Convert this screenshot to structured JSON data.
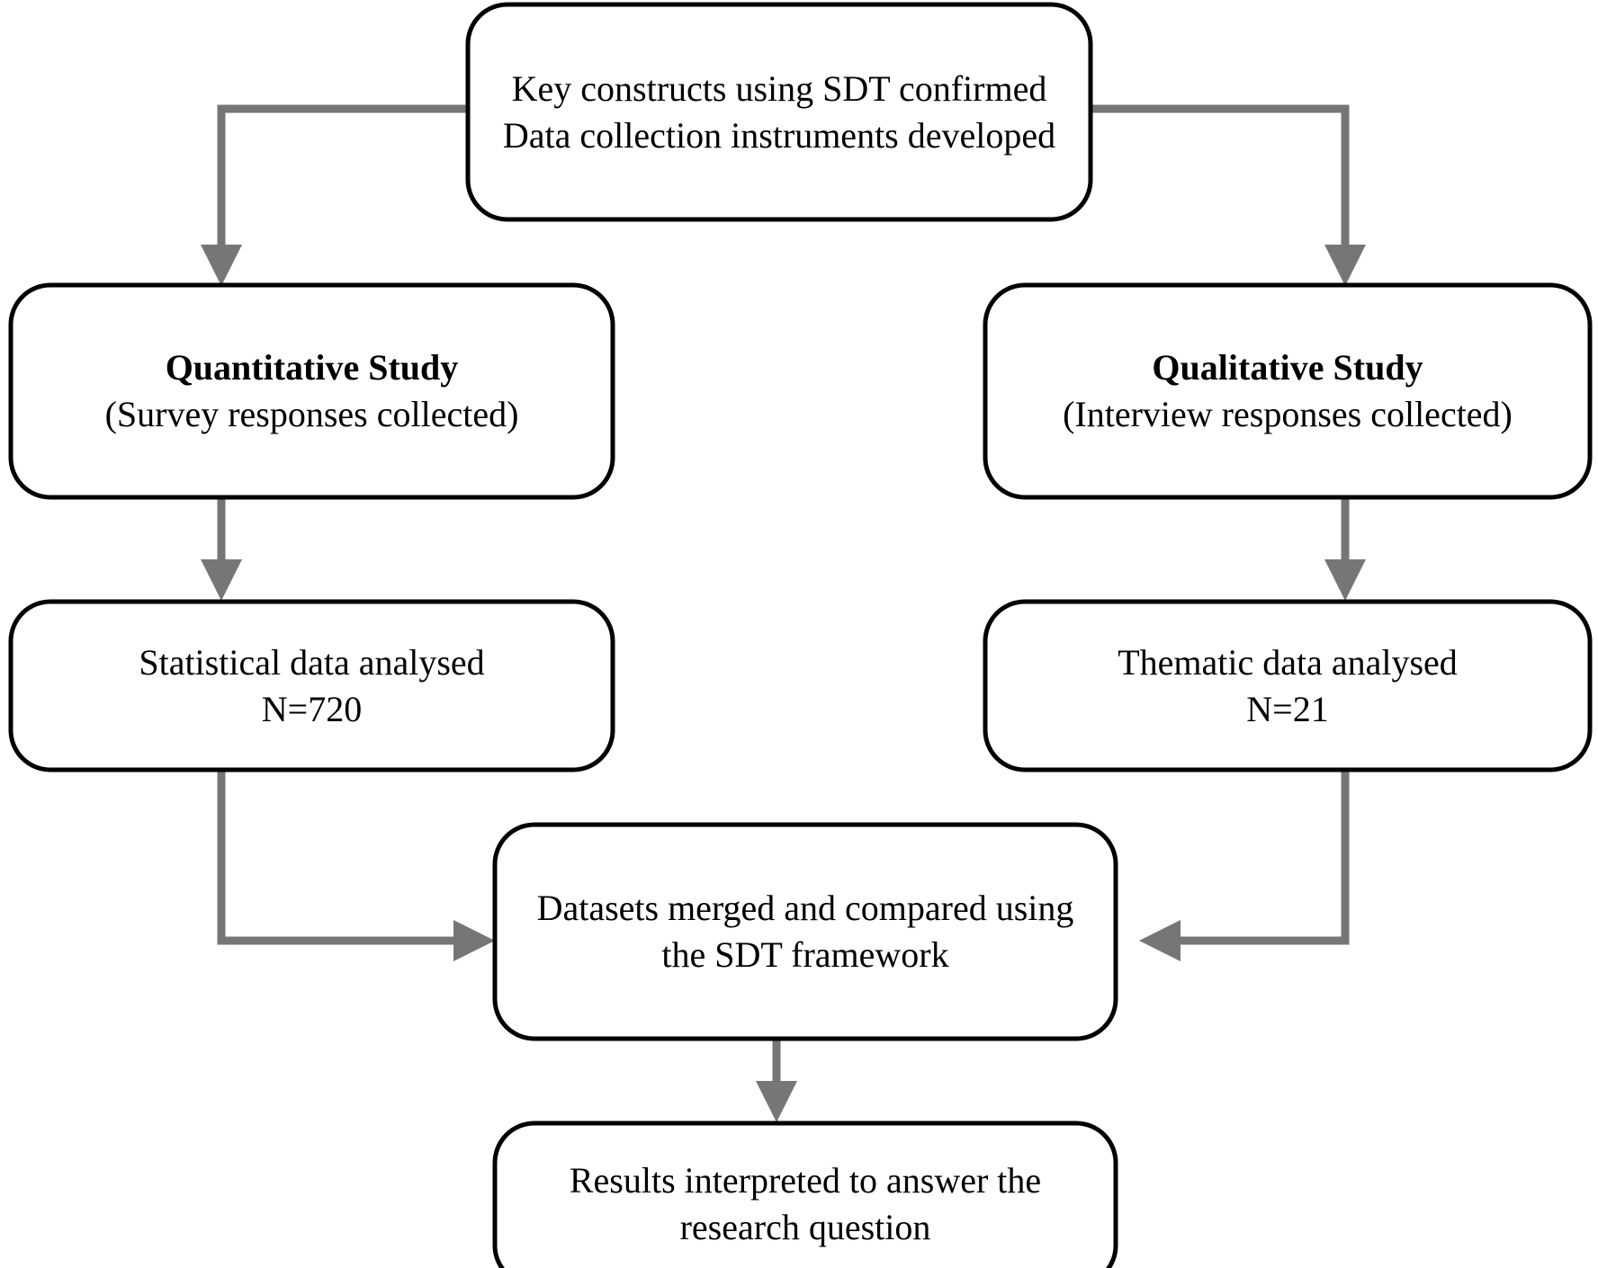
{
  "diagram": {
    "title": "Mixed-methods research design flowchart",
    "colors": {
      "box_border": "#000000",
      "box_fill": "#ffffff",
      "connector": "#767676",
      "text": "#000000",
      "background": "#ffffff"
    },
    "nodes": [
      {
        "id": "top",
        "name": "key-constructs-box",
        "lines": [
          {
            "text": "Key constructs using SDT confirmed",
            "bold": false
          },
          {
            "text": "Data collection instruments developed",
            "bold": false
          }
        ]
      },
      {
        "id": "quant",
        "name": "quantitative-study-box",
        "lines": [
          {
            "text": "Quantitative Study",
            "bold": true
          },
          {
            "text": "(Survey responses collected)",
            "bold": false
          }
        ]
      },
      {
        "id": "qual",
        "name": "qualitative-study-box",
        "lines": [
          {
            "text": "Qualitative Study",
            "bold": true
          },
          {
            "text": "(Interview responses collected)",
            "bold": false
          }
        ]
      },
      {
        "id": "stats",
        "name": "statistical-analysis-box",
        "lines": [
          {
            "text": "Statistical data analysed",
            "bold": false
          },
          {
            "text": "N=720",
            "bold": false
          }
        ]
      },
      {
        "id": "thematic",
        "name": "thematic-analysis-box",
        "lines": [
          {
            "text": "Thematic data analysed",
            "bold": false
          },
          {
            "text": "N=21",
            "bold": false
          }
        ]
      },
      {
        "id": "merge",
        "name": "datasets-merged-box",
        "lines": [
          {
            "text": "Datasets merged and compared using",
            "bold": false
          },
          {
            "text": "the SDT framework",
            "bold": false
          }
        ]
      },
      {
        "id": "results",
        "name": "results-interpreted-box",
        "lines": [
          {
            "text": "Results interpreted to answer the",
            "bold": false
          },
          {
            "text": "research question",
            "bold": false
          }
        ]
      }
    ],
    "edges": [
      {
        "id": "top-to-quant",
        "name": "edge-top-to-quantitative",
        "from": "top",
        "to": "quant"
      },
      {
        "id": "top-to-qual",
        "name": "edge-top-to-qualitative",
        "from": "top",
        "to": "qual"
      },
      {
        "id": "quant-to-stats",
        "name": "edge-quantitative-to-statistical",
        "from": "quant",
        "to": "stats"
      },
      {
        "id": "qual-to-thematic",
        "name": "edge-qualitative-to-thematic",
        "from": "qual",
        "to": "thematic"
      },
      {
        "id": "stats-to-merge",
        "name": "edge-statistical-to-merge",
        "from": "stats",
        "to": "merge"
      },
      {
        "id": "thematic-to-merge",
        "name": "edge-thematic-to-merge",
        "from": "thematic",
        "to": "merge"
      },
      {
        "id": "merge-to-results",
        "name": "edge-merge-to-results",
        "from": "merge",
        "to": "results"
      }
    ]
  }
}
